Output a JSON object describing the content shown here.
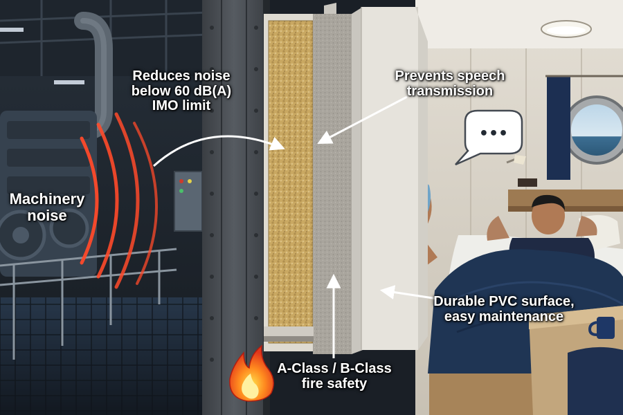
{
  "scene": {
    "labels": {
      "machinery": [
        "Machinery",
        "noise"
      ],
      "reduces": [
        "Reduces noise",
        "below 60 dB(A)",
        "IMO limit"
      ],
      "prevents": [
        "Prevents speech",
        "transmission"
      ],
      "durable": [
        "Durable PVC surface,",
        "easy maintenance"
      ],
      "fire": [
        "A-Class / B-Class",
        "fire safety"
      ]
    },
    "speech_bubble": "•••",
    "icons": [
      "fire-icon",
      "speech-bubble-icon",
      "sound-wave-icon"
    ],
    "colors": {
      "engine_room": "#2b3440",
      "steel_wall": "#4a4f55",
      "mineral_wool": "#c9a862",
      "cement_board": "#a8a49c",
      "pvc_surface": "#e6e3dc",
      "cabin_wall": "#d9d4ca",
      "blanket": "#1f3554",
      "sound_wave": "#ff4a2a"
    }
  }
}
